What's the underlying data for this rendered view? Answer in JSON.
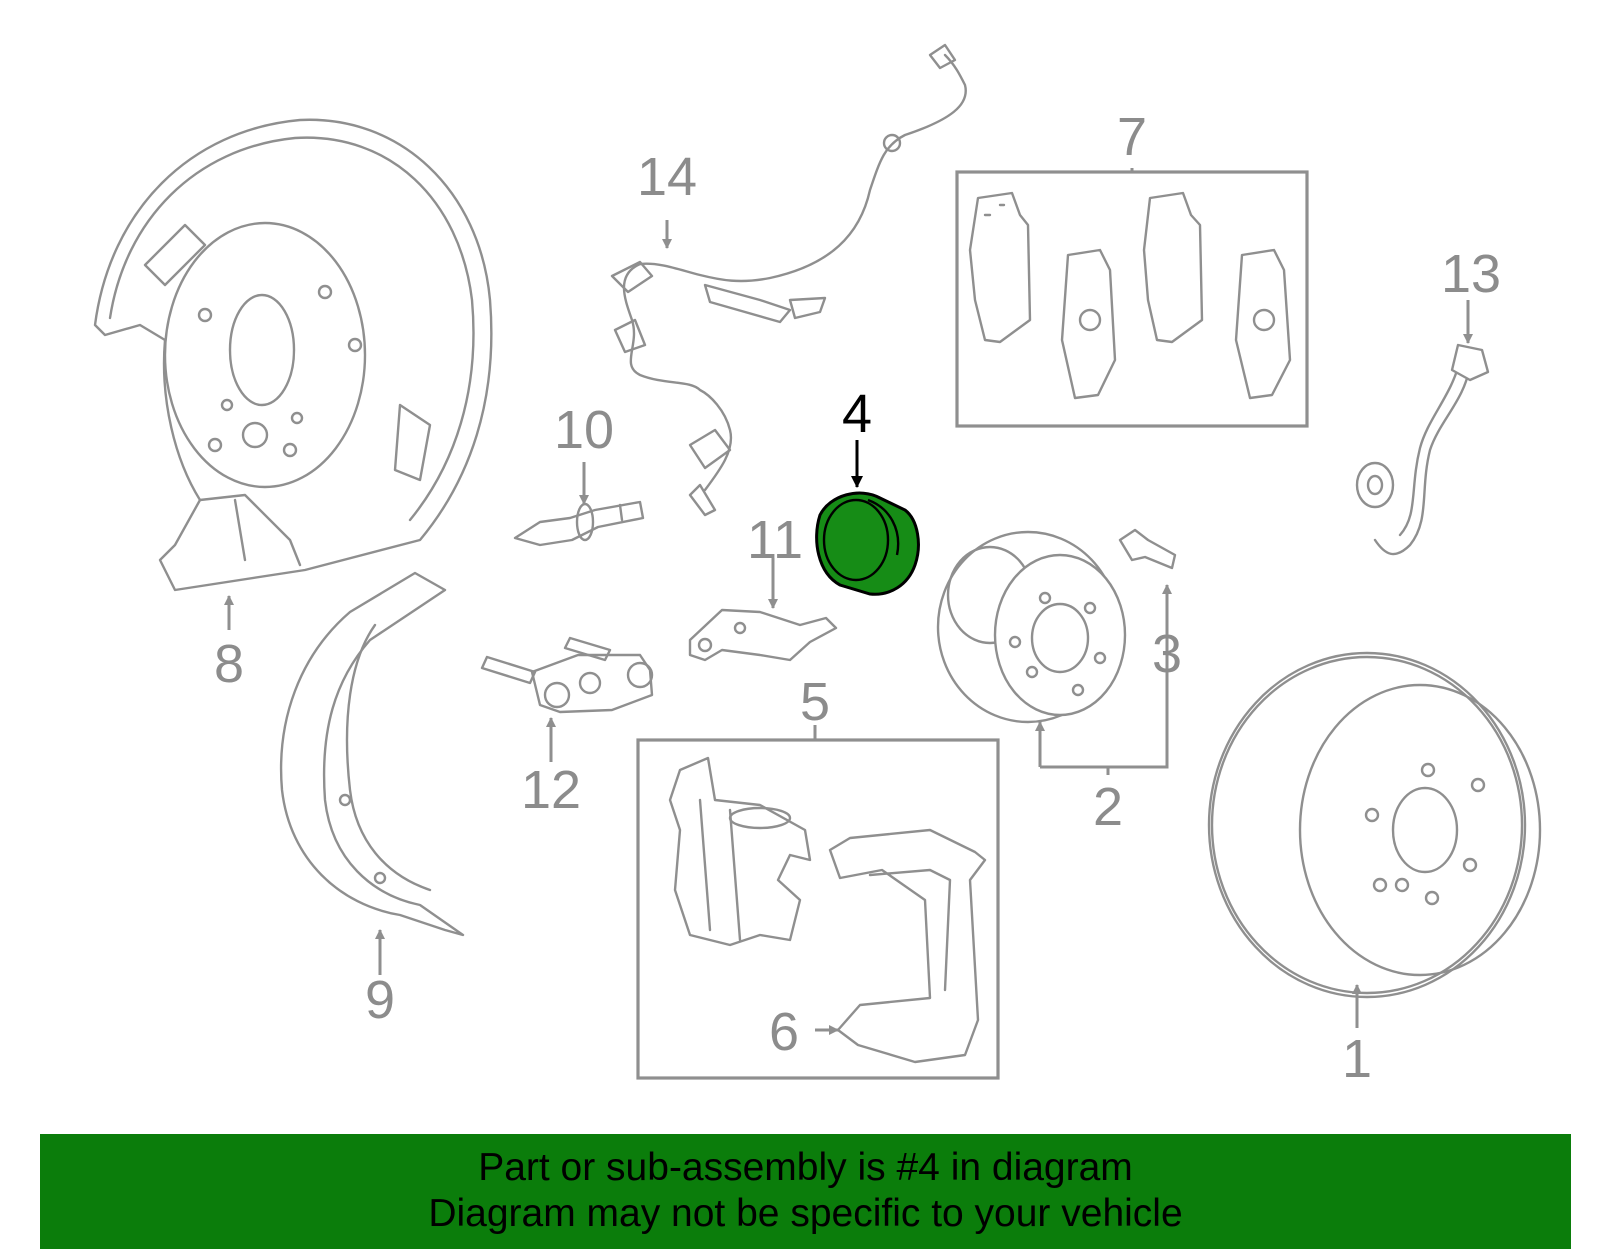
{
  "callouts": {
    "c1": "1",
    "c2": "2",
    "c3": "3",
    "c4": "4",
    "c5": "5",
    "c6": "6",
    "c7": "7",
    "c8": "8",
    "c9": "9",
    "c10": "10",
    "c11": "11",
    "c12": "12",
    "c13": "13",
    "c14": "14"
  },
  "highlight": {
    "part_number": "4",
    "color": "#168c16"
  },
  "banner": {
    "color": "#0b7d0b",
    "line1": "Part or sub-assembly is #4 in diagram",
    "line2": "Diagram may not be specific to your vehicle"
  }
}
